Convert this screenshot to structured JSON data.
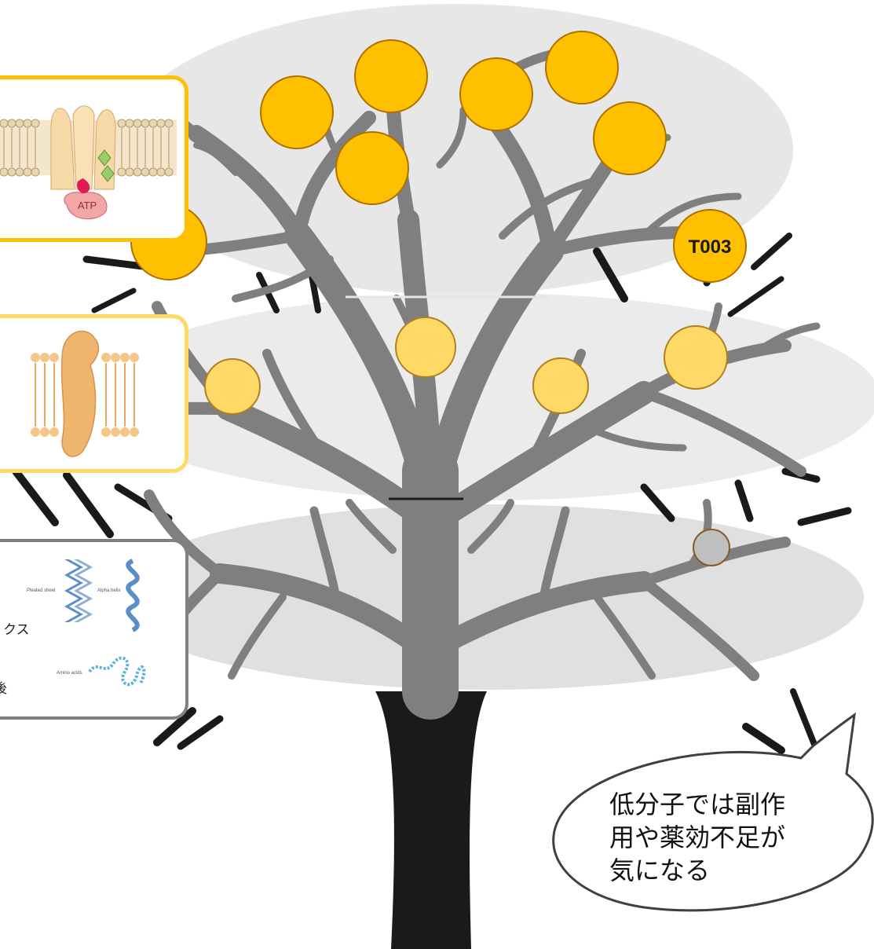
{
  "fruit_label": "T003",
  "speech": "低分子では副作\n用や薬効不足が\n気になる",
  "cards": {
    "top": {
      "image_label": "ATP"
    },
    "bottom": {
      "text_line1": "クス",
      "text_line2": "後",
      "diagram_labels": {
        "pleated_sheet": "Pleated sheet",
        "alpha_helix": "Alpha helix",
        "amino_acids": "Amino acids"
      }
    }
  },
  "colors": {
    "tree_gray": "#7F7F7F",
    "tree_dark": "#1A1A1A",
    "fruit_ripe": "#FFC000",
    "fruit_light": "#FFD966",
    "fruit_gray": "#BFBFBF",
    "ellipse_fill": "#D9D9D9"
  }
}
